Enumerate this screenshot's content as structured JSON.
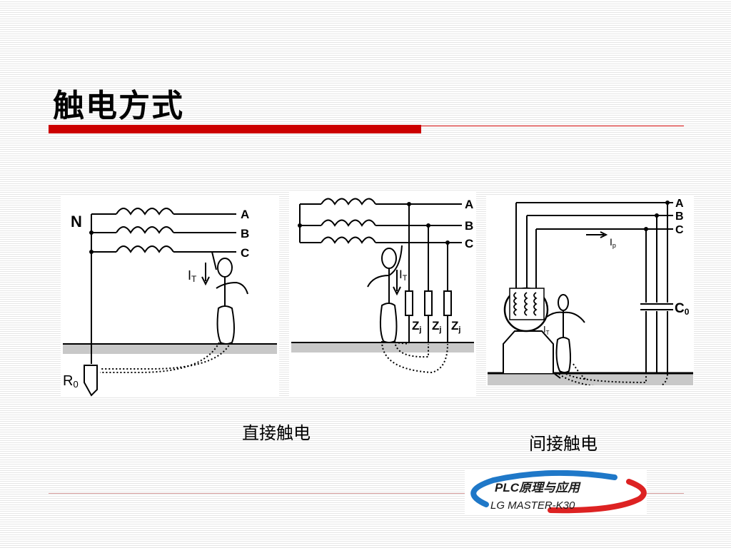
{
  "title": "触电方式",
  "captions": {
    "direct": "直接触电",
    "indirect": "间接触电"
  },
  "diagram1": {
    "neutral": "N",
    "phases": [
      "A",
      "B",
      "C"
    ],
    "current": "I",
    "current_sub": "T",
    "ground_resistor": "R",
    "ground_resistor_sub": "0"
  },
  "diagram2": {
    "phases": [
      "A",
      "B",
      "C"
    ],
    "current": "I",
    "current_sub": "T",
    "impedance": "Z",
    "impedance_sub": "j"
  },
  "diagram3": {
    "phases": [
      "A",
      "B",
      "C"
    ],
    "leak_current": "I",
    "leak_current_sub": "p",
    "capacitance": "C",
    "capacitance_sub": "0",
    "body_current": "I",
    "body_current_sub": "T"
  },
  "logo": {
    "line1": "PLC原理与应用",
    "line2": "LG MASTER-K30"
  }
}
